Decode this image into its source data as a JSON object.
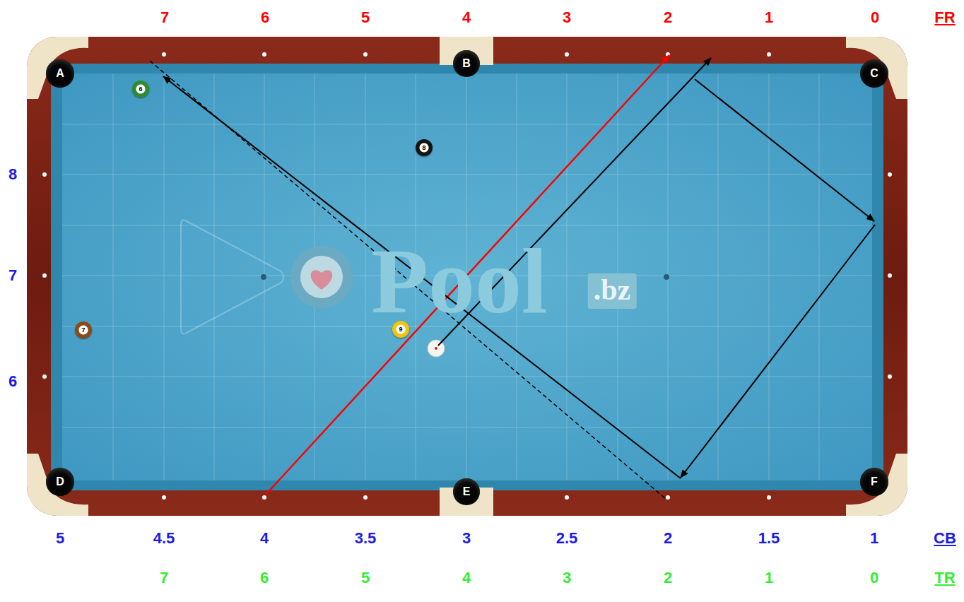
{
  "diagram": {
    "nodes": [
      {
        "text": [
          "A"
        ]
      },
      {
        "text": [
          "B"
        ]
      },
      {
        "text": [
          "C"
        ]
      },
      {
        "text": [
          "6"
        ]
      },
      {
        "text": [
          "8"
        ]
      },
      {
        "text": [
          "7"
        ]
      },
      {
        "text": [
          "9"
        ]
      },
      {
        "text": [
          "D"
        ]
      },
      {
        "text": [
          "E"
        ]
      },
      {
        "text": [
          "F"
        ]
      }
    ],
    "labels": [
      "7",
      "6",
      "5",
      "4",
      "3",
      "2",
      "1",
      "0",
      "FR",
      "8",
      "7",
      "6",
      "5",
      "4.5",
      "4",
      "3.5",
      "3",
      "2.5",
      "2",
      "1.5",
      "1",
      "CB",
      "7",
      "6",
      "5",
      "4",
      "3",
      "2",
      "1",
      "0",
      "TR",
      "Pool",
      ".bz"
    ]
  }
}
